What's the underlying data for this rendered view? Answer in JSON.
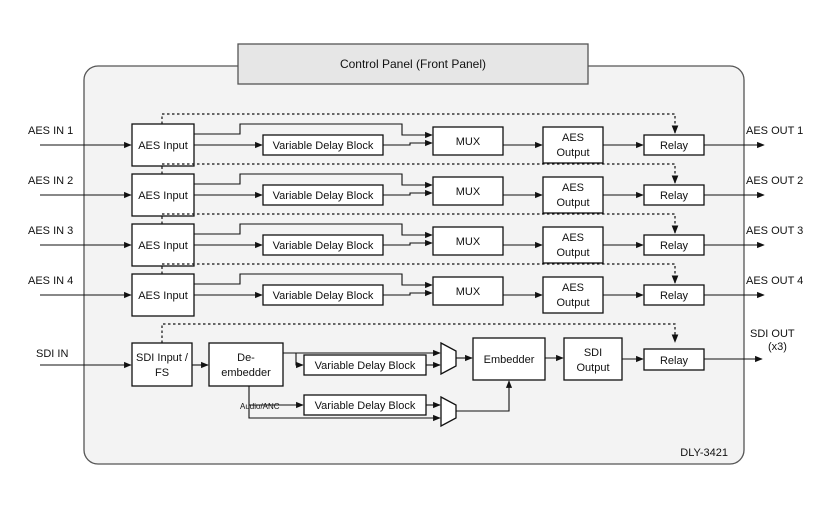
{
  "control_panel": {
    "label": "Control Panel (Front Panel)"
  },
  "model": "DLY-3421",
  "aes_channels": [
    {
      "input": "AES IN 1",
      "output": "AES OUT 1"
    },
    {
      "input": "AES IN 2",
      "output": "AES OUT 2"
    },
    {
      "input": "AES IN 3",
      "output": "AES OUT 3"
    },
    {
      "input": "AES IN 4",
      "output": "AES OUT 4"
    }
  ],
  "aes_blocks": {
    "input": "AES Input",
    "delay": "Variable Delay Block",
    "mux": "MUX",
    "output_line1": "AES",
    "output_line2": "Output",
    "relay": "Relay"
  },
  "sdi": {
    "input_label": "SDI IN",
    "output_label_line1": "SDI OUT",
    "output_label_line2": "(x3)",
    "input_block_line1": "SDI Input /",
    "input_block_line2": "FS",
    "deembedder_line1": "De-",
    "deembedder_line2": "embedder",
    "delay_top": "Variable Delay Block",
    "delay_bottom": "Variable Delay Block",
    "audio_anc": "Audio/ANC",
    "embedder": "Embedder",
    "output_line1": "SDI",
    "output_line2": "Output",
    "relay": "Relay"
  }
}
